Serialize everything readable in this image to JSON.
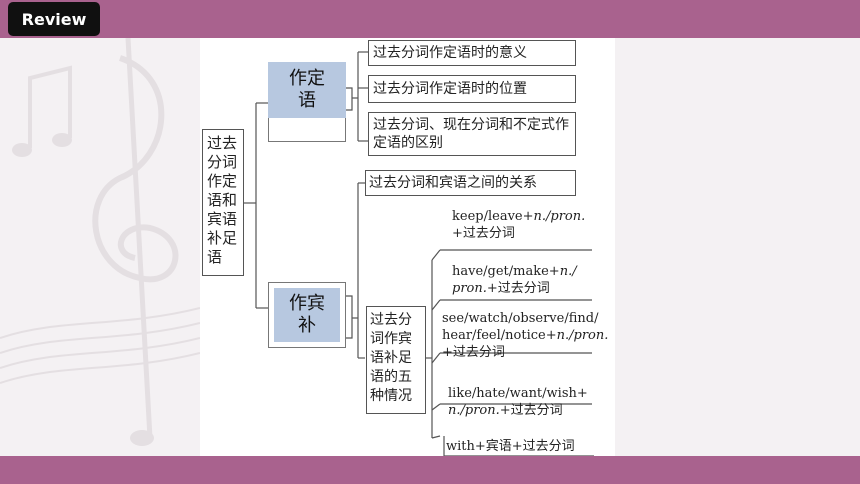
{
  "header": {
    "button_label": "Review"
  },
  "diagram": {
    "root": "过去分词作定语和宾语补足语",
    "branch_attributive": "作定语",
    "attributive_items": [
      "过去分词作定语时的意义",
      "过去分词作定语时的位置",
      "过去分词、现在分词和不定式作定语的区别"
    ],
    "branch_complement": "作宾补",
    "complement_relation": "过去分词和宾语之间的关系",
    "five_cases_box": "过去分词作宾语补足语的五种情况",
    "cases": [
      {
        "pre": "keep/leave+",
        "ital": "n./pron.",
        "post": "",
        "line2": "+过去分词"
      },
      {
        "pre": "have/get/make+",
        "ital": "n./",
        "post": "",
        "line2_ital": "pron.",
        "line2": "+过去分词"
      },
      {
        "pre": "see/watch/observe/find/",
        "ital": "",
        "post": "",
        "line2_pre": "hear/feel/notice+",
        "line2_ital": "n./pron.",
        "line3": "+过去分词"
      },
      {
        "pre": "like/hate/want/wish+",
        "ital": "",
        "post": "",
        "line2_ital": "n./pron.",
        "line2": "+过去分词"
      },
      {
        "pre": "with+宾语+过去分词"
      }
    ]
  },
  "colors": {
    "bar": "#a9628e",
    "highlight": "#b7c8e0",
    "button": "#101010"
  }
}
